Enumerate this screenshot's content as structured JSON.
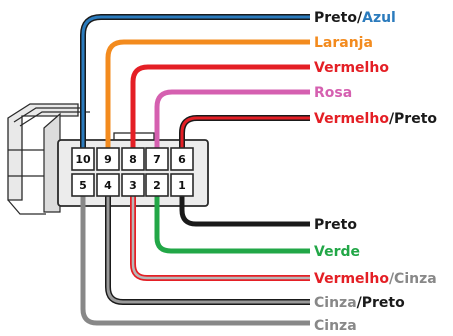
{
  "pins_top": [
    "10",
    "9",
    "8",
    "7",
    "6"
  ],
  "pins_bottom": [
    "5",
    "4",
    "3",
    "2",
    "1"
  ],
  "wires": {
    "pin10": {
      "parts": [
        "Preto",
        "/",
        "Azul"
      ],
      "colors": [
        "#1a1a1a",
        "#1a1a1a",
        "#2b7bbd"
      ]
    },
    "pin9": {
      "parts": [
        "Laranja"
      ],
      "colors": [
        "#f38b1e"
      ]
    },
    "pin8": {
      "parts": [
        "Vermelho"
      ],
      "colors": [
        "#e41f25"
      ]
    },
    "pin7": {
      "parts": [
        "Rosa"
      ],
      "colors": [
        "#d560b0"
      ]
    },
    "pin6": {
      "parts": [
        "Vermelho",
        "/Preto"
      ],
      "colors": [
        "#e41f25",
        "#1a1a1a"
      ]
    },
    "pin1": {
      "parts": [
        "Preto"
      ],
      "colors": [
        "#1a1a1a"
      ]
    },
    "pin2": {
      "parts": [
        "Verde"
      ],
      "colors": [
        "#22a747"
      ]
    },
    "pin3": {
      "parts": [
        "Vermelho",
        "/Cinza"
      ],
      "colors": [
        "#e41f25",
        "#888888"
      ]
    },
    "pin4": {
      "parts": [
        "Cinza",
        "/Preto"
      ],
      "colors": [
        "#888888",
        "#1a1a1a"
      ]
    },
    "pin5": {
      "parts": [
        "Cinza"
      ],
      "colors": [
        "#888888"
      ]
    }
  },
  "colors": {
    "black": "#1a1a1a",
    "blue": "#2b7bbd",
    "orange": "#f38b1e",
    "red": "#e41f25",
    "pink": "#d560b0",
    "green": "#22a747",
    "gray": "#888888",
    "connector_outline": "#2a2a2a",
    "connector_fill": "#e9e9e9"
  }
}
